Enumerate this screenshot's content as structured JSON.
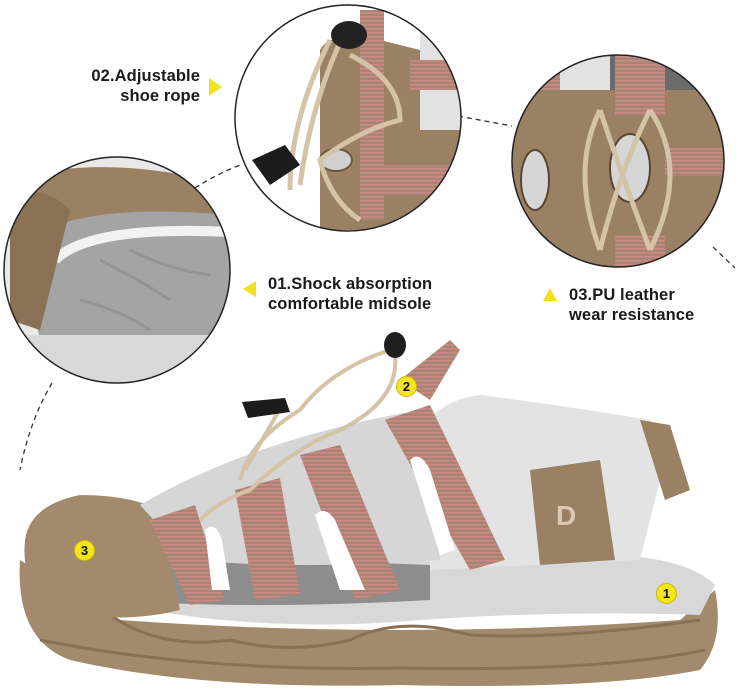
{
  "features": [
    {
      "number": "01",
      "line1": "01.Shock absorption",
      "line2": "comfortable midsole",
      "marker": "1"
    },
    {
      "number": "02",
      "line1": "02.Adjustable",
      "line2": "shoe rope",
      "marker": "2"
    },
    {
      "number": "03",
      "line1": "03.PU leather",
      "line2": "wear resistance",
      "marker": "3"
    }
  ],
  "colors": {
    "marker_yellow": "#f5e61a",
    "pointer_yellow": "#f0e020",
    "leather_tan": "#9a8164",
    "sole_brown": "#a48a6c",
    "midsole_grey": "#d8d8d8",
    "webbing_pink": "#d97a7e",
    "text": "#1a1a1a"
  },
  "logo": "D"
}
